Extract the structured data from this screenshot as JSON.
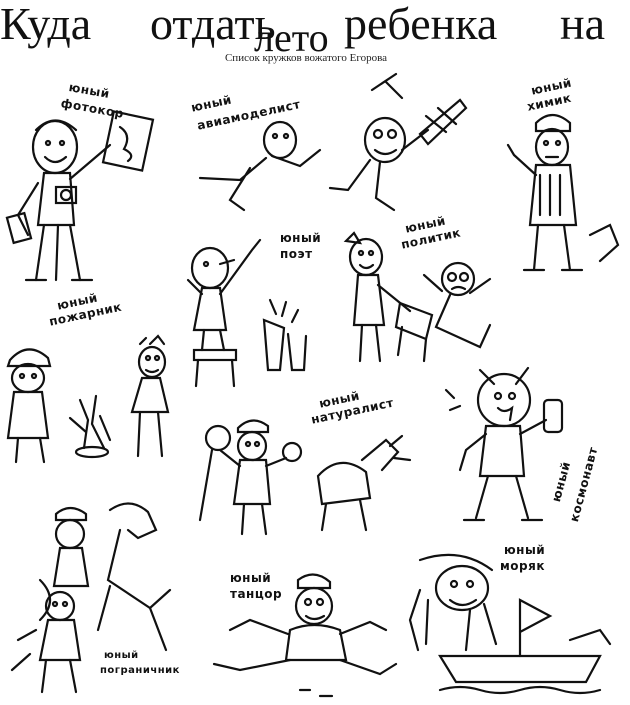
{
  "header": {
    "title_word_1": "Куда",
    "title_word_2": "отдать",
    "title_word_3": "ребенка",
    "title_word_4": "на",
    "title_word_5": "лето",
    "subtitle": "Список кружков вожатого Егорова"
  },
  "cartoons": [
    {
      "line1": "юный",
      "line2": "фотокор"
    },
    {
      "line1": "юный",
      "line2": "авиамоделист"
    },
    {
      "line1": "юный",
      "line2": "химик"
    },
    {
      "line1": "юный",
      "line2": "поэт"
    },
    {
      "line1": "юный",
      "line2": "политик"
    },
    {
      "line1": "юный",
      "line2": "пожарник"
    },
    {
      "line1": "юный",
      "line2": "натуралист"
    },
    {
      "line1": "юный",
      "line2": "космонавт"
    },
    {
      "line1": "юный",
      "line2": "пограничник"
    },
    {
      "line1": "юный",
      "line2": "танцор"
    },
    {
      "line1": "юный",
      "line2": "моряк"
    }
  ],
  "icons": {
    "drawing": "cartoon-sketch-icon"
  },
  "colors": {
    "ink": "#111111",
    "paper": "#ffffff"
  }
}
